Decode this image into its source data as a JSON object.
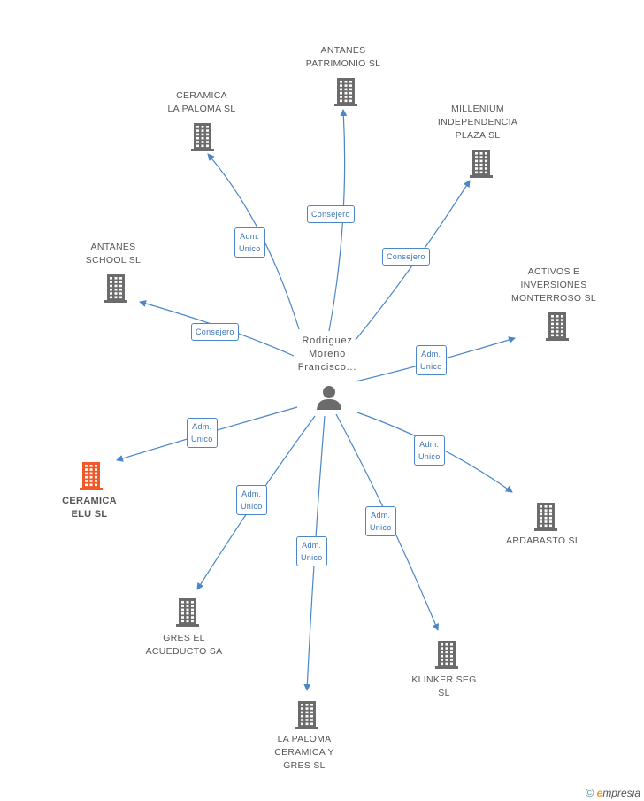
{
  "center": {
    "name": "Rodriguez\nMoreno\nFrancisco...",
    "icon": "person-icon"
  },
  "nodes": [
    {
      "id": "antanes-patrimonio",
      "label": "ANTANES\nPATRIMONIO SL",
      "role": "Consejero"
    },
    {
      "id": "ceramica-la-paloma",
      "label": "CERAMICA\nLA PALOMA SL",
      "role": "Adm.\nUnico"
    },
    {
      "id": "millenium",
      "label": "MILLENIUM\nINDEPENDENCIA\nPLAZA SL",
      "role": "Consejero"
    },
    {
      "id": "antanes-school",
      "label": "ANTANES\nSCHOOL SL",
      "role": "Consejero"
    },
    {
      "id": "activos",
      "label": "ACTIVOS E\nINVERSIONES\nMONTERROSO SL",
      "role": "Adm.\nUnico"
    },
    {
      "id": "ceramica-elu",
      "label": "CERAMICA\nELU SL",
      "role": "Adm.\nUnico",
      "highlight": true
    },
    {
      "id": "ardabasto",
      "label": "ARDABASTO SL",
      "role": "Adm.\nUnico"
    },
    {
      "id": "gres-acueducto",
      "label": "GRES EL\nACUEDUCTO SA",
      "role": "Adm.\nUnico"
    },
    {
      "id": "paloma-gres",
      "label": "LA PALOMA\nCERAMICA Y\nGRES SL",
      "role": "Adm.\nUnico"
    },
    {
      "id": "klinker",
      "label": "KLINKER SEG\nSL",
      "role": "Adm.\nUnico"
    }
  ],
  "colors": {
    "edge": "#4a86c8",
    "building": "#6b6b6b",
    "highlight": "#f05a28",
    "person": "#6b6b6b"
  },
  "footer": {
    "copyright": "©",
    "brand_initial": "e",
    "brand_rest": "mpresia"
  }
}
